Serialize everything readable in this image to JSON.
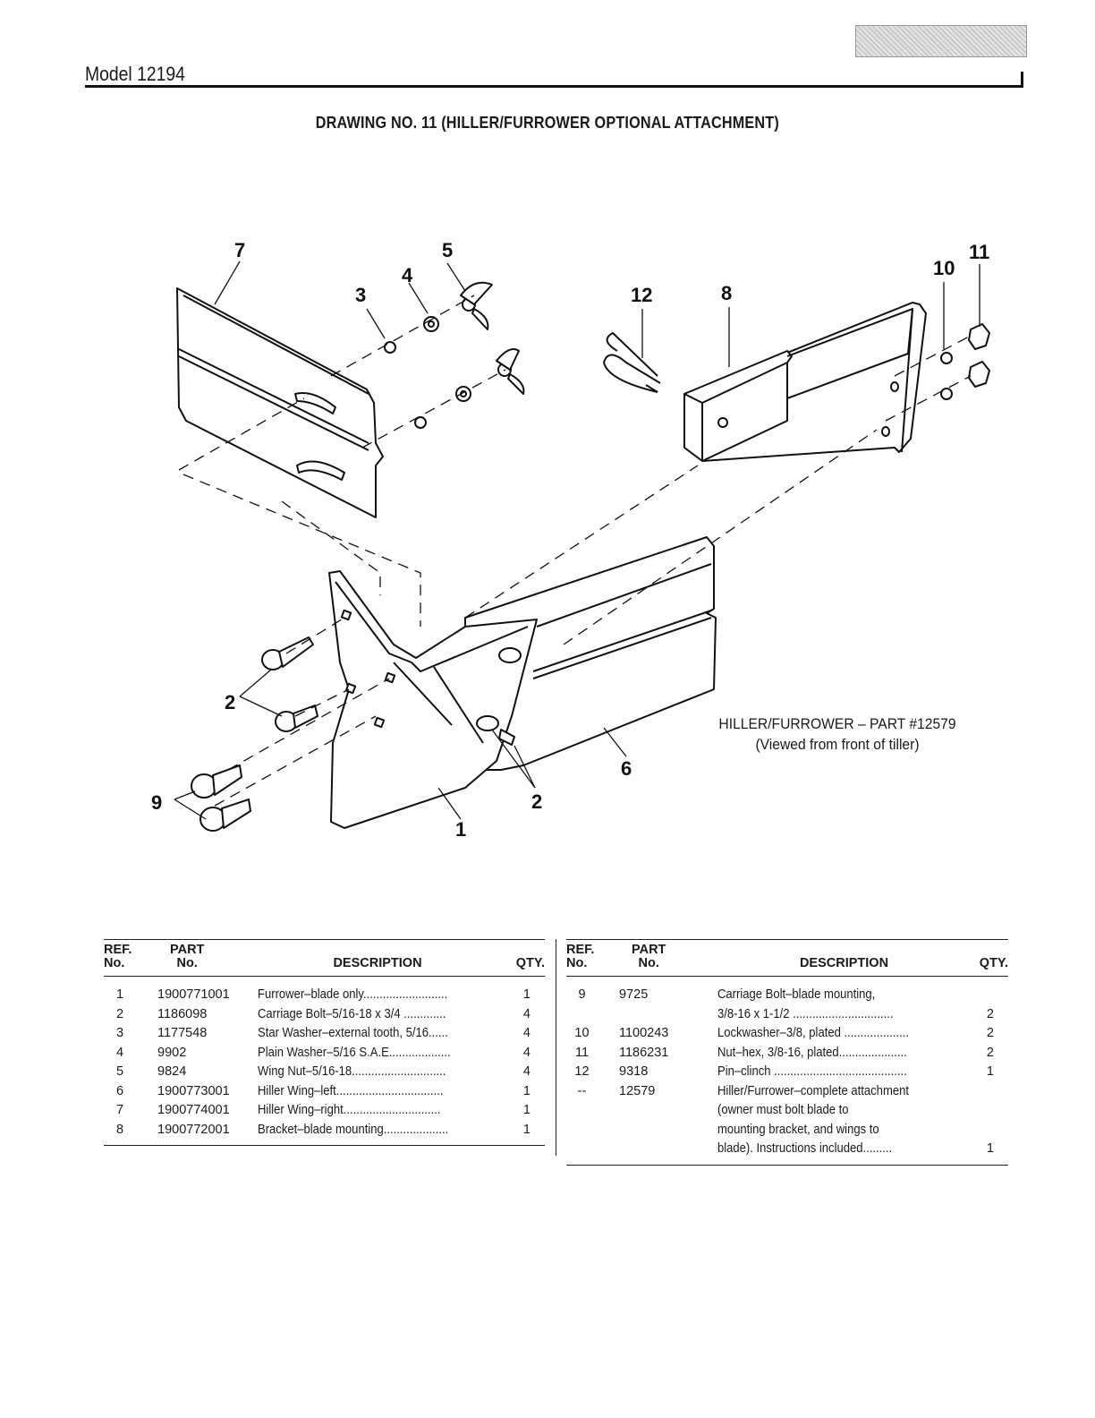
{
  "header": {
    "model": "Model 12194"
  },
  "drawing": {
    "title": "DRAWING NO. 11 (HILLER/FURROWER OPTIONAL ATTACHMENT)",
    "caption_line1": "HILLER/FURROWER – PART #12579",
    "caption_line2": "(Viewed from front of tiller)",
    "callouts": [
      "7",
      "5",
      "4",
      "3",
      "12",
      "8",
      "10",
      "11",
      "2",
      "9",
      "6",
      "2",
      "1"
    ]
  },
  "parts_table": {
    "headers": {
      "ref": "REF.\nNo.",
      "part": "PART\nNo.",
      "description": "DESCRIPTION",
      "qty": "QTY."
    },
    "left": [
      {
        "ref": "1",
        "part": "1900771001",
        "description": "Furrower–blade only..........................",
        "qty": "1"
      },
      {
        "ref": "2",
        "part": "1186098",
        "description": "Carriage Bolt–5/16-18 x 3/4 .............",
        "qty": "4"
      },
      {
        "ref": "3",
        "part": "1177548",
        "description": "Star Washer–external tooth, 5/16......",
        "qty": "4"
      },
      {
        "ref": "4",
        "part": "9902",
        "description": "Plain Washer–5/16 S.A.E...................",
        "qty": "4"
      },
      {
        "ref": "5",
        "part": "9824",
        "description": "Wing Nut–5/16-18.............................",
        "qty": "4"
      },
      {
        "ref": "6",
        "part": "1900773001",
        "description": "Hiller Wing–left.................................",
        "qty": "1"
      },
      {
        "ref": "7",
        "part": "1900774001",
        "description": "Hiller Wing–right..............................",
        "qty": "1"
      },
      {
        "ref": "8",
        "part": "1900772001",
        "description": "Bracket–blade mounting....................",
        "qty": "1"
      }
    ],
    "right": [
      {
        "ref": "9",
        "part": "9725",
        "description": "Carriage Bolt–blade mounting,",
        "qty": ""
      },
      {
        "ref": "",
        "part": "",
        "description": "3/8-16 x 1-1/2 ...............................",
        "qty": "2"
      },
      {
        "ref": "10",
        "part": "1100243",
        "description": "Lockwasher–3/8, plated ....................",
        "qty": "2"
      },
      {
        "ref": "11",
        "part": "1186231",
        "description": "Nut–hex, 3/8-16, plated.....................",
        "qty": "2"
      },
      {
        "ref": "12",
        "part": "9318",
        "description": "Pin–clinch .........................................",
        "qty": "1"
      },
      {
        "ref": "--",
        "part": "12579",
        "description": "Hiller/Furrower–complete attachment",
        "qty": ""
      },
      {
        "ref": "",
        "part": "",
        "description": "(owner must bolt blade to",
        "qty": ""
      },
      {
        "ref": "",
        "part": "",
        "description": "mounting bracket, and wings to",
        "qty": ""
      },
      {
        "ref": "",
        "part": "",
        "description": "blade). Instructions included.........",
        "qty": "1"
      }
    ]
  }
}
